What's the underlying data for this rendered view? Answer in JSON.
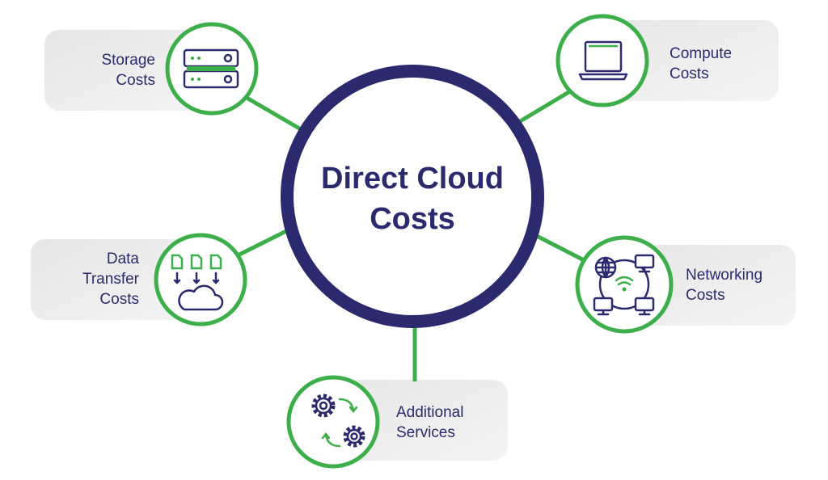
{
  "center": {
    "line1": "Direct Cloud",
    "line2": "Costs"
  },
  "nodes": {
    "storage": {
      "line1": "Storage",
      "line2": "Costs",
      "icon": "server-icon"
    },
    "compute": {
      "line1": "Compute",
      "line2": "Costs",
      "icon": "laptop-icon"
    },
    "data_transfer": {
      "line1": "Data",
      "line2": "Transfer",
      "line3": "Costs",
      "icon": "cloud-upload-files-icon"
    },
    "networking": {
      "line1": "Networking",
      "line2": "Costs",
      "icon": "network-icon"
    },
    "additional": {
      "line1": "Additional",
      "line2": "Services",
      "icon": "gears-icon"
    }
  },
  "colors": {
    "green": "#3cae4a",
    "navy": "#2b2a6e",
    "label_bg": "#ebebeb"
  }
}
